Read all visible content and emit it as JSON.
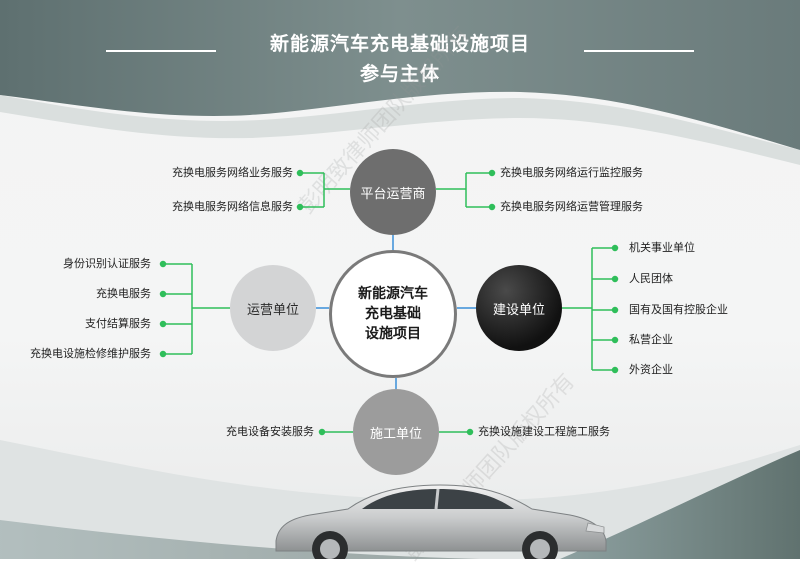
{
  "title": {
    "line1": "新能源汽车充电基础设施项目",
    "line2": "参与主体"
  },
  "center": {
    "line1": "新能源汽车",
    "line2": "充电基础",
    "line3": "设施项目"
  },
  "platform_operator": {
    "label": "平台运营商",
    "left_items": [
      "充换电服务网络业务服务",
      "充换电服务网络信息服务"
    ],
    "right_items": [
      "充换电服务网络运行监控服务",
      "充换电服务网络运营管理服务"
    ]
  },
  "operating_unit": {
    "label": "运营单位",
    "items": [
      "身份识别认证服务",
      "充换电服务",
      "支付结算服务",
      "充换电设施检修维护服务"
    ]
  },
  "construction_unit": {
    "label": "建设单位",
    "items": [
      "机关事业单位",
      "人民团体",
      "国有及国有控股企业",
      "私营企业",
      "外资企业"
    ]
  },
  "builder_unit": {
    "label": "施工单位",
    "left_items": [
      "充电设备安装服务"
    ],
    "right_items": [
      "充换设施建设工程施工服务"
    ]
  },
  "watermark": {
    "text1": "彭明致律师团队版权所有",
    "text2": "彭明致律师团队版权所有"
  },
  "colors": {
    "accent_green": "#2fbe5a",
    "connector_blue": "#3a8fd8",
    "header_dark": "#6d7e7e"
  }
}
